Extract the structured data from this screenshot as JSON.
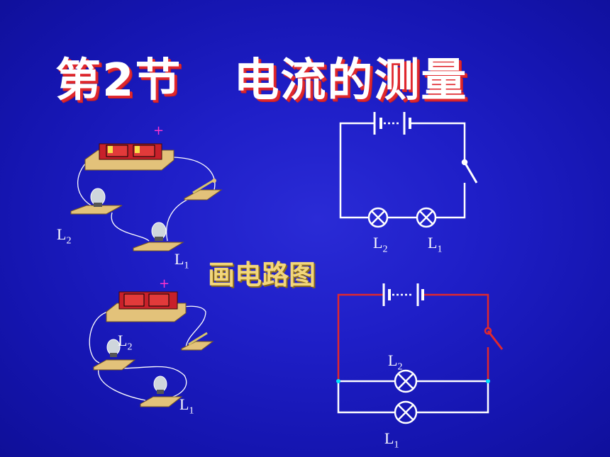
{
  "title": "第2节   电流的测量",
  "subtitle": "画电路图",
  "labels": {
    "L": "L",
    "sub1": "1",
    "sub2": "2",
    "plus": "+"
  },
  "colors": {
    "background": "#1f1fc8",
    "title_shadow": "#e0282e",
    "subtitle": "#f3d77a",
    "series_wire": "#ffffff",
    "parallel_wire_red": "#e0282e",
    "junction_dot": "#00e5ff"
  }
}
